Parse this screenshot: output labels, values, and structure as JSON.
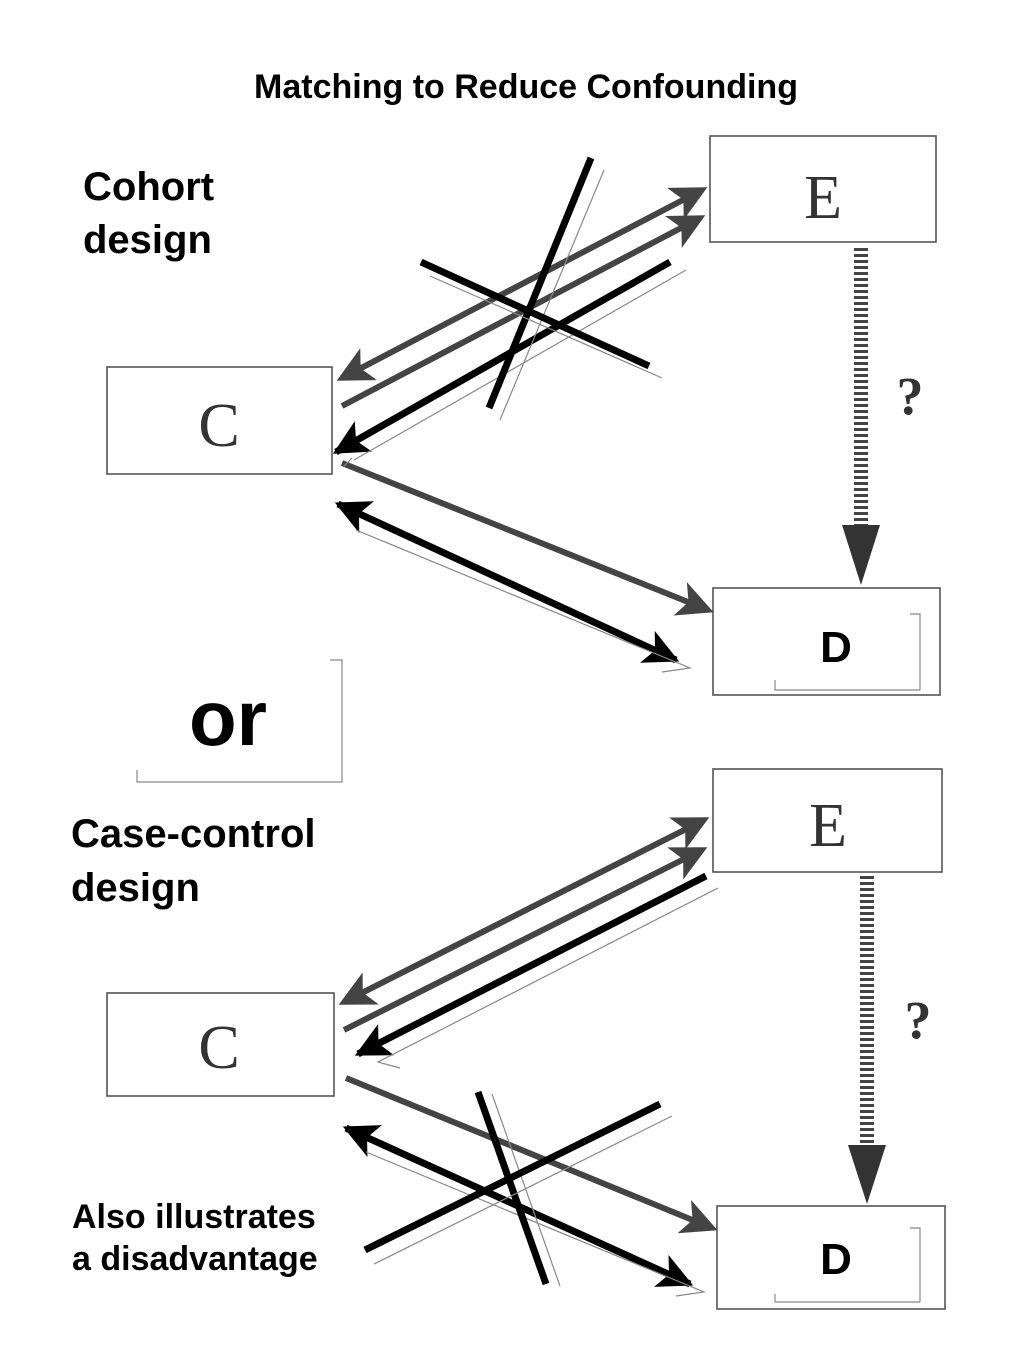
{
  "title": "Matching to Reduce Confounding",
  "cohort": {
    "label_line1": "Cohort",
    "label_line2": "design",
    "node_e": "E",
    "node_c": "C",
    "node_d": "D",
    "question": "?"
  },
  "separator": "or",
  "case_control": {
    "label_line1": "Case-control",
    "label_line2": "design",
    "node_e": "E",
    "node_c": "C",
    "node_d": "D",
    "question": "?",
    "note_line1": "Also illustrates",
    "note_line2": "a disadvantage"
  },
  "colors": {
    "grey_arrow": "#444444",
    "black_arrow": "#000000",
    "box_border": "#555555"
  }
}
